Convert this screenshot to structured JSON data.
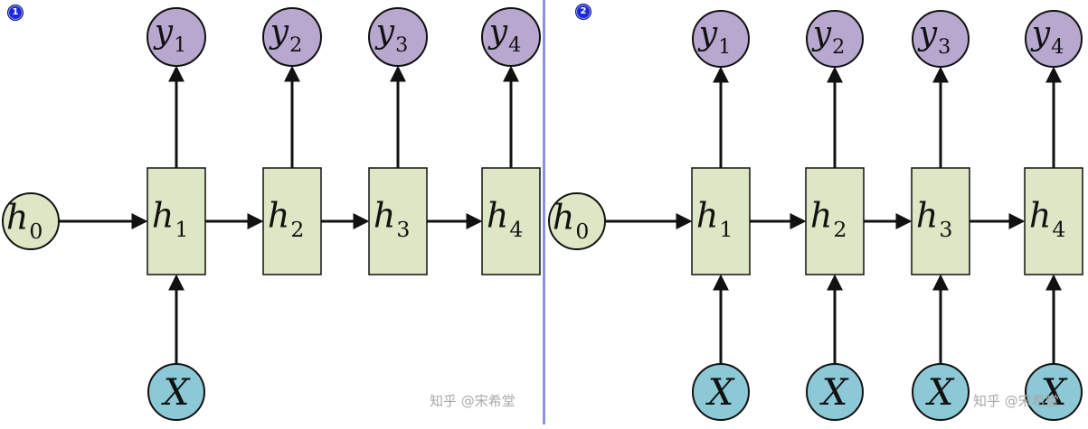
{
  "panels": [
    {
      "badge": "1",
      "watermark": "知乎 @宋希堂",
      "h0": {
        "base": "h",
        "sub": "0"
      },
      "cells": [
        {
          "base": "h",
          "sub": "1"
        },
        {
          "base": "h",
          "sub": "2"
        },
        {
          "base": "h",
          "sub": "3"
        },
        {
          "base": "h",
          "sub": "4"
        }
      ],
      "outputs": [
        {
          "base": "y",
          "sub": "1"
        },
        {
          "base": "y",
          "sub": "2"
        },
        {
          "base": "y",
          "sub": "3"
        },
        {
          "base": "y",
          "sub": "4"
        }
      ],
      "inputs": [
        {
          "label": "X"
        }
      ]
    },
    {
      "badge": "2",
      "watermark": "知乎 @宋希堂",
      "h0": {
        "base": "h",
        "sub": "0"
      },
      "cells": [
        {
          "base": "h",
          "sub": "1"
        },
        {
          "base": "h",
          "sub": "2"
        },
        {
          "base": "h",
          "sub": "3"
        },
        {
          "base": "h",
          "sub": "4"
        }
      ],
      "outputs": [
        {
          "base": "y",
          "sub": "1"
        },
        {
          "base": "y",
          "sub": "2"
        },
        {
          "base": "y",
          "sub": "3"
        },
        {
          "base": "y",
          "sub": "4"
        }
      ],
      "inputs": [
        {
          "label": "X"
        },
        {
          "label": "X"
        },
        {
          "label": "X"
        },
        {
          "label": "X"
        }
      ]
    }
  ],
  "colors": {
    "hidden_fill": "#dde7c5",
    "output_fill": "#b8a8d0",
    "input_fill": "#8cc8d6",
    "stroke": "#111111",
    "divider": "#8a8fe8",
    "badge": "#1c2bd6"
  }
}
